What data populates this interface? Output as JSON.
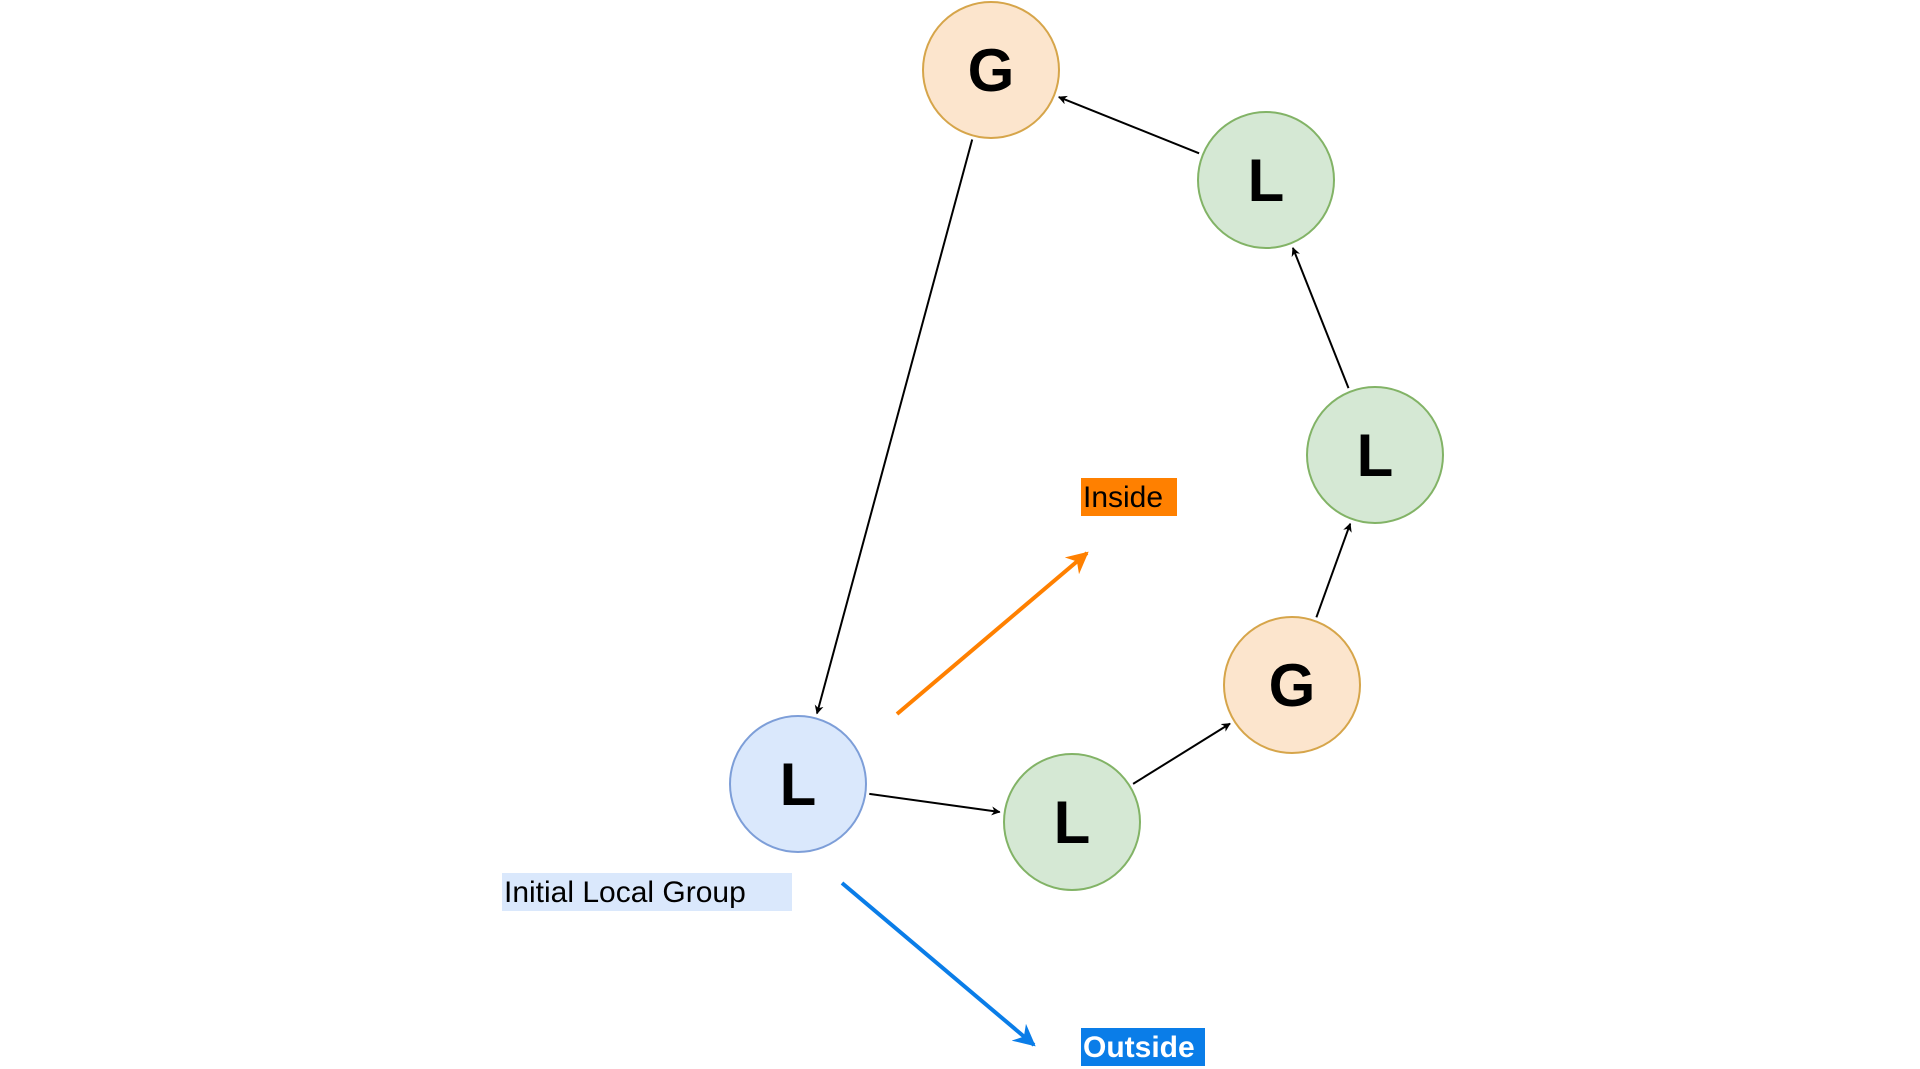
{
  "colors": {
    "global_fill": "#fce5cd",
    "global_stroke": "#d6a54a",
    "local_fill": "#d5e8d4",
    "local_stroke": "#82b366",
    "initial_fill": "#dae8fc",
    "initial_stroke": "#7d9ed8",
    "inside_accent": "#ff8000",
    "outside_accent": "#0a7de8",
    "initial_label_bg": "#dae8fc",
    "edge": "#000000"
  },
  "nodes": [
    {
      "id": "n-g-top",
      "letter": "G",
      "kind": "global"
    },
    {
      "id": "n-l-upper",
      "letter": "L",
      "kind": "local"
    },
    {
      "id": "n-l-middle",
      "letter": "L",
      "kind": "local"
    },
    {
      "id": "n-g-lower",
      "letter": "G",
      "kind": "global"
    },
    {
      "id": "n-l-bottom",
      "letter": "L",
      "kind": "local"
    },
    {
      "id": "n-l-initial",
      "letter": "L",
      "kind": "initial"
    }
  ],
  "edges": [
    {
      "from": "n-l-initial",
      "to": "n-l-bottom"
    },
    {
      "from": "n-l-bottom",
      "to": "n-g-lower"
    },
    {
      "from": "n-g-lower",
      "to": "n-l-middle"
    },
    {
      "from": "n-l-middle",
      "to": "n-l-upper"
    },
    {
      "from": "n-l-upper",
      "to": "n-g-top"
    },
    {
      "from": "n-g-top",
      "to": "n-l-initial"
    }
  ],
  "labels": {
    "inside": "Inside",
    "outside": "Outside",
    "initial_group": "Initial Local Group"
  }
}
